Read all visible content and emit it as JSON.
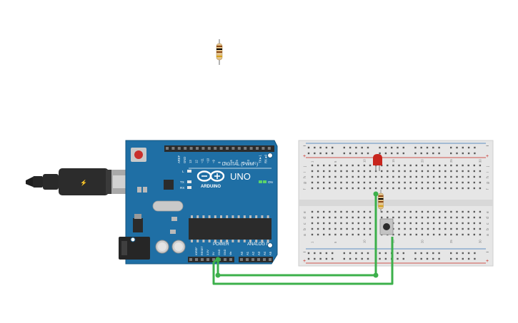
{
  "canvas": {
    "title": "Arduino circuit workspace"
  },
  "arduino": {
    "model": "UNO",
    "brand": "ARDUINO",
    "digital_label": "DIGITAL (PWM~)",
    "power_label": "POWER",
    "analog_label": "ANALOG IN",
    "on_label": "ON",
    "l_label": "L",
    "tx_label": "TX",
    "rx_label": "RX",
    "aref_label": "AREF",
    "gnd_label": "GND",
    "digital_pins": [
      "13",
      "12",
      "~11",
      "~10",
      "~9",
      "8",
      "7",
      "~6",
      "~5",
      "4",
      "~3",
      "2",
      "TX►1",
      "RX◄0"
    ],
    "power_pins": [
      "IOREF",
      "RESET",
      "3.3V",
      "5V",
      "GND",
      "GND",
      "Vin"
    ],
    "analog_pins": [
      "A0",
      "A1",
      "A2",
      "A3",
      "A4",
      "A5"
    ],
    "board_color": "#1f6fa5"
  },
  "breadboard": {
    "columns": 30,
    "top_rows": [
      "j",
      "i",
      "h",
      "g",
      "f"
    ],
    "bottom_rows": [
      "e",
      "d",
      "c",
      "b",
      "a"
    ],
    "rail_minus": "−",
    "rail_plus": "+"
  },
  "components": {
    "led": {
      "color": "#c8251d"
    },
    "resistor_loose": {
      "bands": [
        "#8b4513",
        "#000000",
        "#8b4513",
        "#d4a017"
      ]
    },
    "resistor_board": {
      "bands": [
        "#8b4513",
        "#000000",
        "#8b4513",
        "#d4a017"
      ]
    },
    "button": {
      "cap_color": "#2b2b2b"
    }
  },
  "wires": {
    "color": "#3cb04b"
  }
}
